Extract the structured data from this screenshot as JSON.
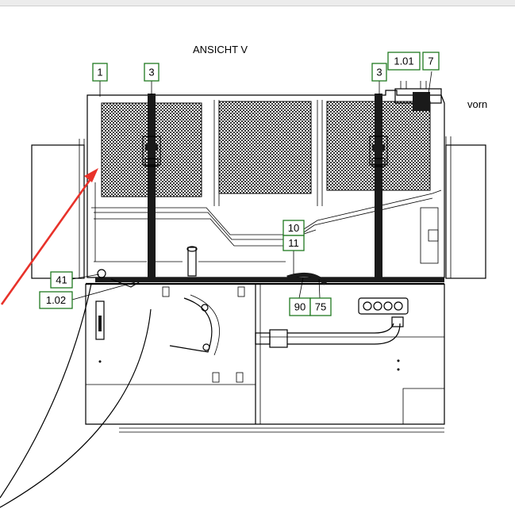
{
  "drawing": {
    "view_title": "ANSICHT   V",
    "side_label": "vorn",
    "callouts": {
      "c1": "1",
      "c3_left": "3",
      "c3_right": "3",
      "c101": "1.01",
      "c7": "7",
      "c10": "10",
      "c11": "11",
      "c41": "41",
      "c102": "1.02",
      "c90": "90",
      "c75": "75"
    },
    "colors": {
      "callout_border": "#1f7a1f",
      "annotation_arrow": "#e8322a",
      "mesh": "#3a3a3a"
    }
  }
}
